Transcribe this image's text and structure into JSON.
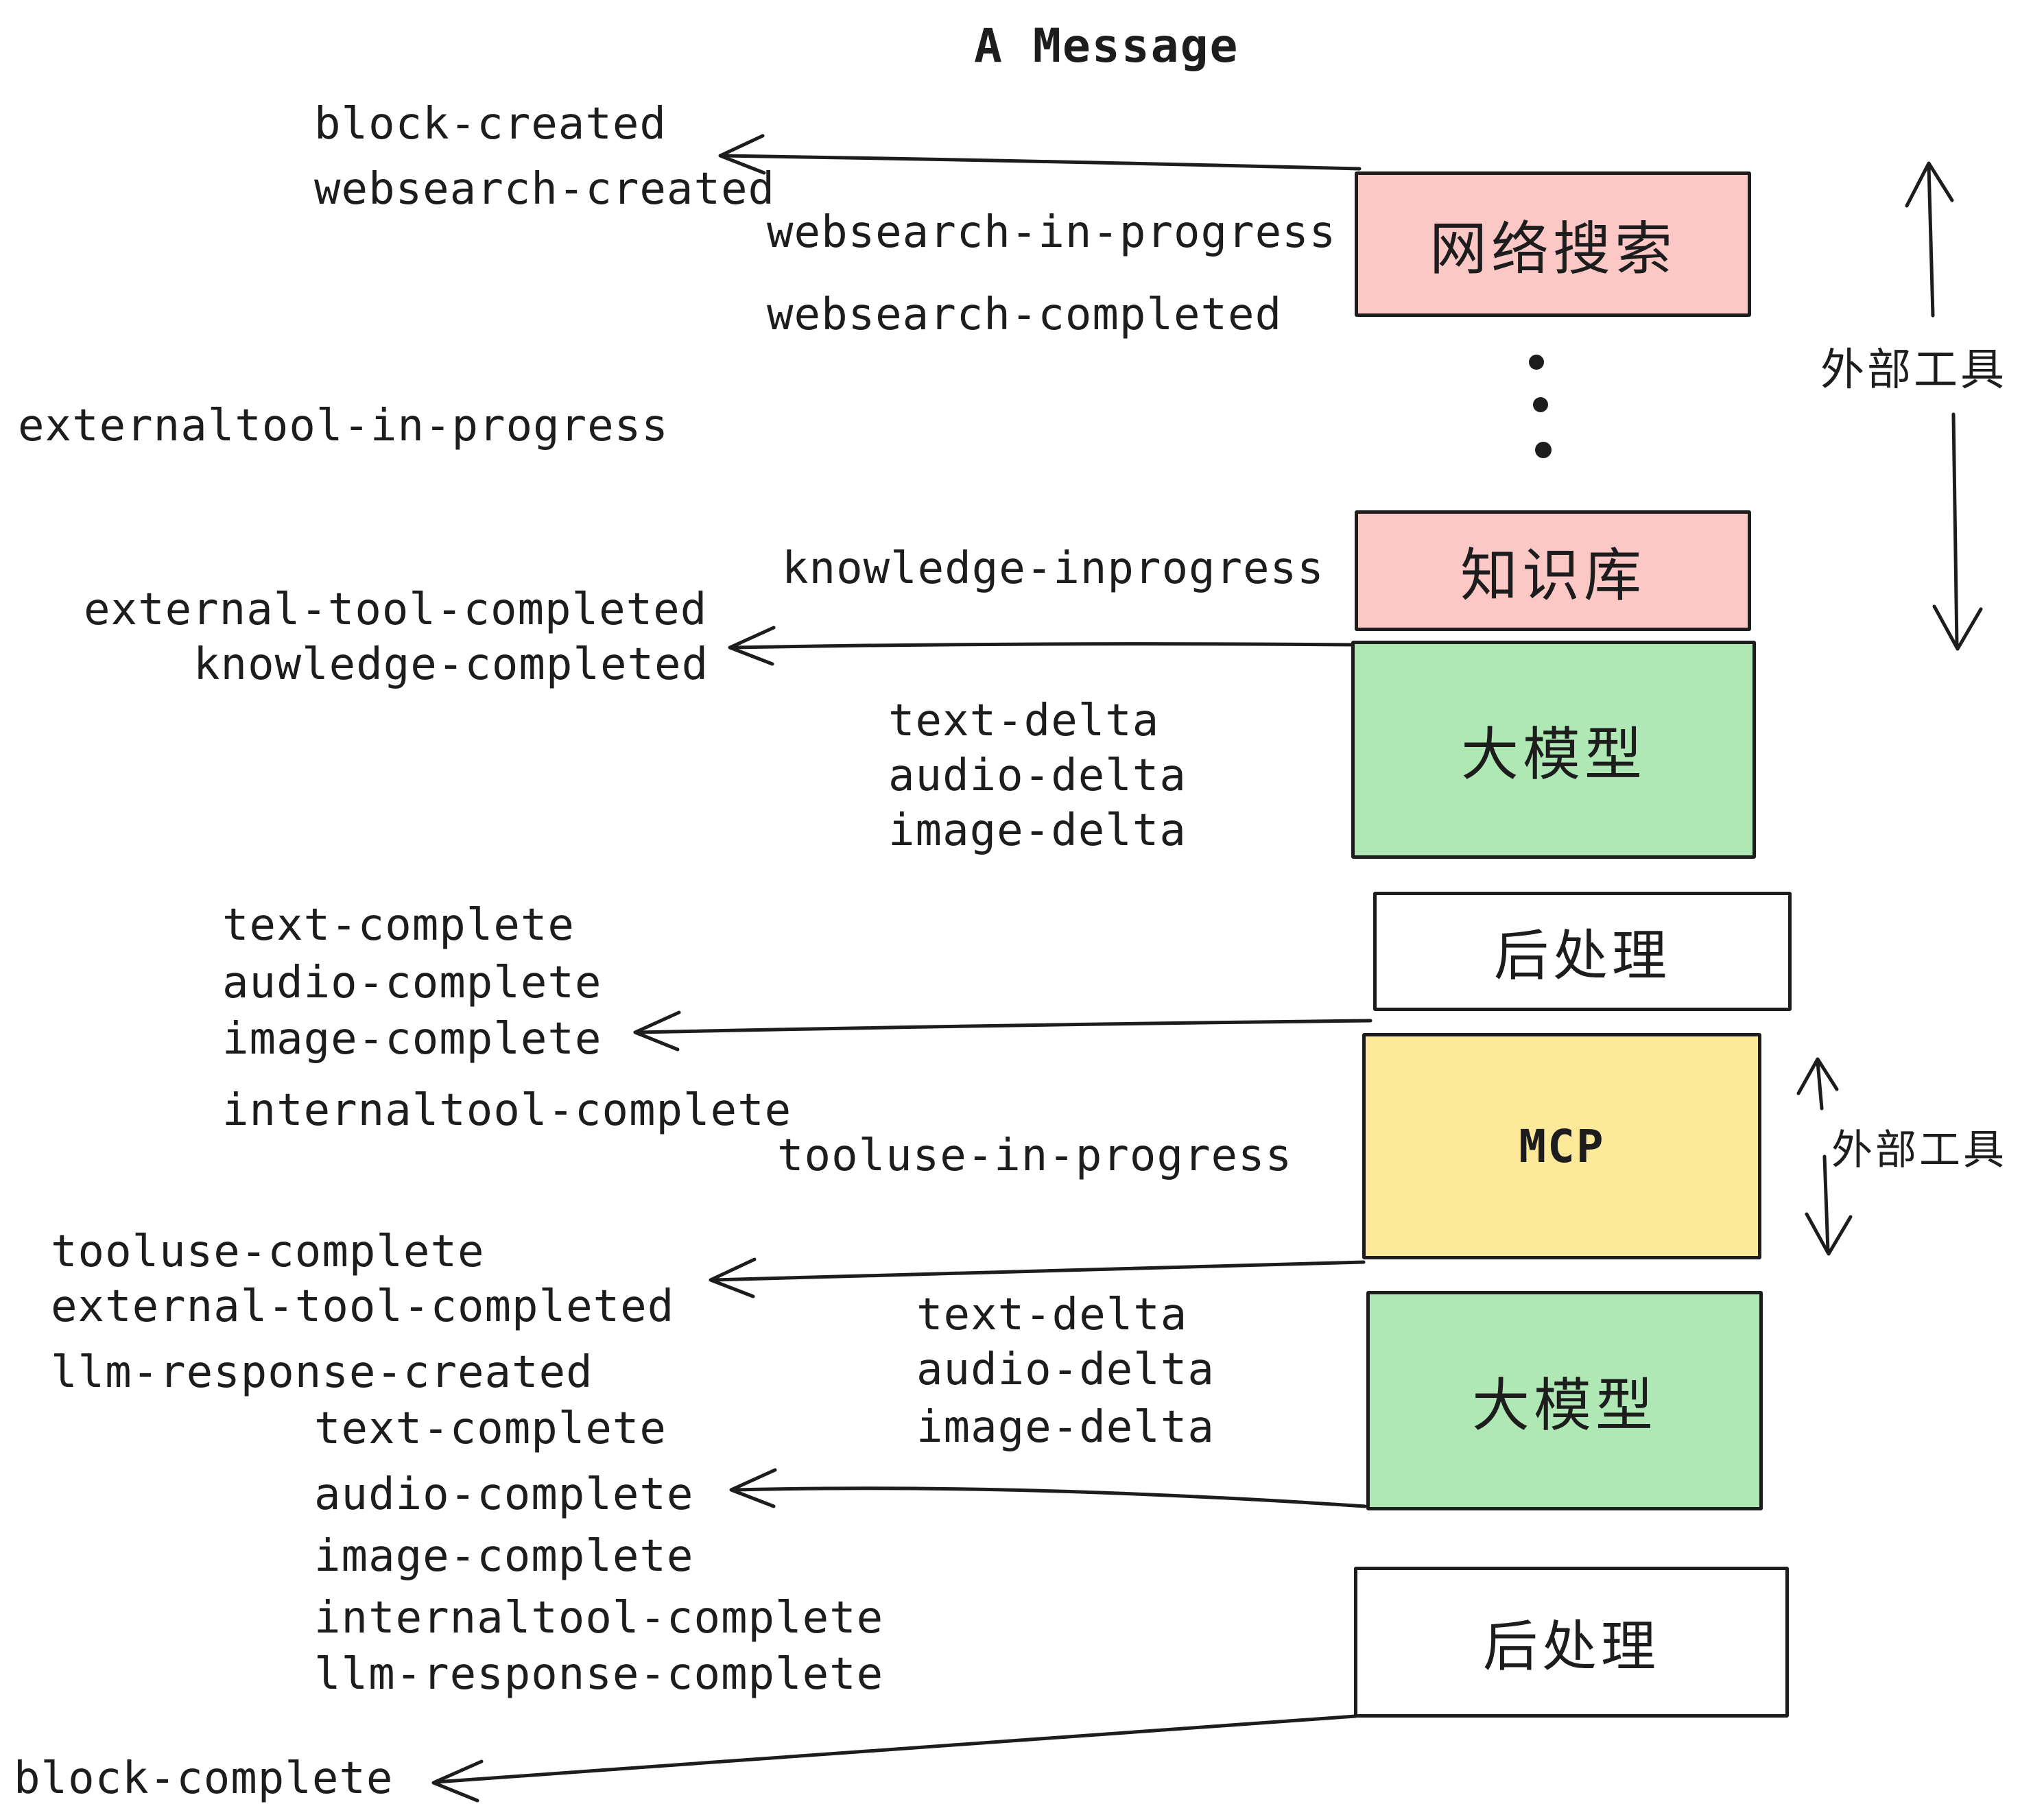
{
  "title": "A Message",
  "boxes": {
    "websearch": {
      "label": "网络搜索",
      "fill": "#FBC8C6"
    },
    "knowledge": {
      "label": "知识库",
      "fill": "#FBC8C6"
    },
    "llm": {
      "label": "大模型",
      "fill": "#AFE8B5"
    },
    "postprocess": {
      "label": "后处理",
      "fill": "#FFFFFF"
    },
    "mcp": {
      "label": "MCP",
      "fill": "#FCE999"
    }
  },
  "annotations": {
    "external_tools": "外部工具"
  },
  "events": {
    "block_created": "block-created",
    "websearch_created": "websearch-created",
    "websearch_in_progress": "websearch-in-progress",
    "websearch_completed": "websearch-completed",
    "externaltool_in_progress": "externaltool-in-progress",
    "knowledge_inprogress": "knowledge-inprogress",
    "external_tool_completed": "external-tool-completed",
    "knowledge_completed": "knowledge-completed",
    "text_delta": "text-delta",
    "audio_delta": "audio-delta",
    "image_delta": "image-delta",
    "text_complete": "text-complete",
    "audio_complete": "audio-complete",
    "image_complete": "image-complete",
    "internaltool_complete": "internaltool-complete",
    "tooluse_in_progress": "tooluse-in-progress",
    "tooluse_complete": "tooluse-complete",
    "llm_response_created": "llm-response-created",
    "llm_response_complete": "llm-response-complete",
    "block_complete": "block-complete"
  },
  "colors": {
    "ink": "#1D1D1D",
    "pink": "#FBC8C6",
    "green": "#AFE8B5",
    "yellow": "#FCE999",
    "white": "#FFFFFF",
    "background": "#FFFFFF"
  }
}
